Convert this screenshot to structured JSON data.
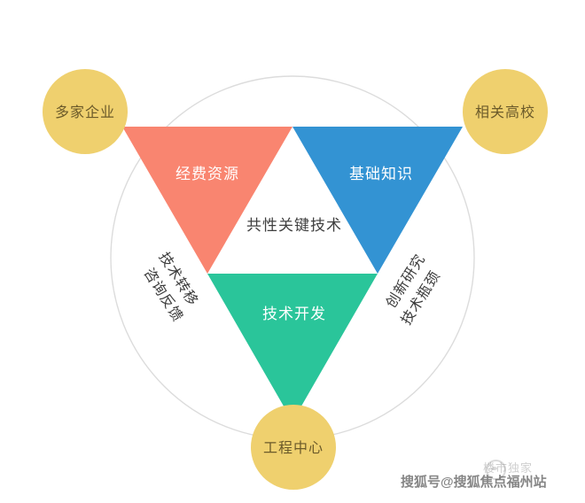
{
  "diagram": {
    "type": "triangle-venn-collaboration",
    "title_center": "共性关键技术",
    "outer_ring": {
      "stroke_color": "#dcdcdc",
      "name": "outer-circle"
    },
    "segments": [
      {
        "id": "funding",
        "label": "经费资源",
        "color": "#F98570",
        "position": "top-left"
      },
      {
        "id": "basic-knowledge",
        "label": "基础知识",
        "color": "#3393D3",
        "position": "top-right"
      },
      {
        "id": "tech-development",
        "label": "技术开发",
        "color": "#2AC59A",
        "position": "bottom"
      }
    ],
    "nodes": [
      {
        "id": "enterprises",
        "label": "多家企业",
        "color": "#EFD06E",
        "position": "top-left"
      },
      {
        "id": "universities",
        "label": "相关高校",
        "color": "#EFD06E",
        "position": "top-right"
      },
      {
        "id": "engineering-center",
        "label": "工程中心",
        "color": "#EFD06E",
        "position": "bottom"
      }
    ],
    "side_labels": [
      {
        "id": "left-upper",
        "label": "技术转移",
        "side": "left"
      },
      {
        "id": "left-lower",
        "label": "咨询反馈",
        "side": "left"
      },
      {
        "id": "right-upper",
        "label": "创新研究",
        "side": "right"
      },
      {
        "id": "right-lower",
        "label": "技术瓶颈",
        "side": "right"
      }
    ]
  },
  "watermark": {
    "main": "搜狐号@搜狐焦点福州站",
    "sub": "楼市独家",
    "logo": "sohu-logo-icon"
  }
}
